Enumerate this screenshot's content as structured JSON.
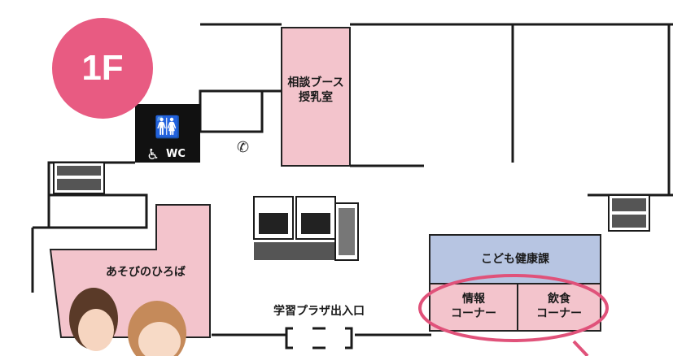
{
  "floor_badge": "1F",
  "rooms": {
    "consult": {
      "line1": "相談ブース",
      "line2": "授乳室"
    },
    "playroom": "あそびのひろば",
    "child_health": "こども健康課",
    "info": {
      "line1": "情報",
      "line2": "コーナー"
    },
    "food": {
      "line1": "飲食",
      "line2": "コーナー"
    }
  },
  "entrance": "学習プラザ出入口",
  "wc": "WC",
  "colors": {
    "badge": "#e85b82",
    "room_pink": "#f3c4cc",
    "room_blue": "#b7c5e2",
    "highlight": "#e0527a",
    "wc_bg": "#111111"
  }
}
